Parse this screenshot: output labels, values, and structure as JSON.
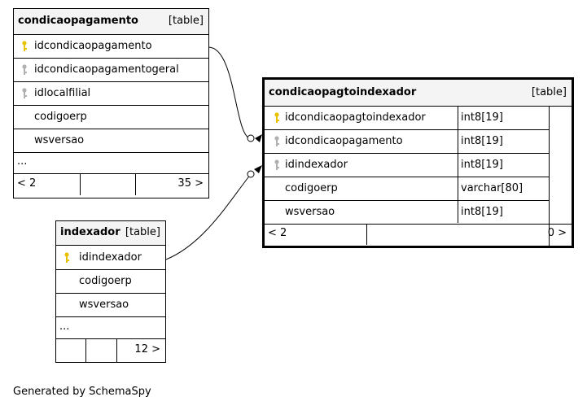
{
  "tables": {
    "condicaopagamento": {
      "name": "condicaopagamento",
      "type": "[table]",
      "columns": [
        {
          "name": "idcondicaopagamento",
          "key": "primary"
        },
        {
          "name": "idcondicaopagamentogeral",
          "key": "foreign"
        },
        {
          "name": "idlocalfilial",
          "key": "foreign"
        },
        {
          "name": "codigoerp",
          "key": "none"
        },
        {
          "name": "wsversao",
          "key": "none"
        },
        {
          "name": "...",
          "key": "none"
        }
      ],
      "footer": {
        "left": "< 2",
        "right": "35 >"
      }
    },
    "condicaopagtoindexador": {
      "name": "condicaopagtoindexador",
      "type": "[table]",
      "columns": [
        {
          "name": "idcondicaopagtoindexador",
          "datatype": "int8[19]",
          "key": "primary"
        },
        {
          "name": "idcondicaopagamento",
          "datatype": "int8[19]",
          "key": "foreign"
        },
        {
          "name": "idindexador",
          "datatype": "int8[19]",
          "key": "foreign"
        },
        {
          "name": "codigoerp",
          "datatype": "varchar[80]",
          "key": "none"
        },
        {
          "name": "wsversao",
          "datatype": "int8[19]",
          "key": "none"
        }
      ],
      "footer": {
        "left": "< 2",
        "right": "0 >"
      }
    },
    "indexador": {
      "name": "indexador",
      "type": "[table]",
      "columns": [
        {
          "name": "idindexador",
          "key": "primary"
        },
        {
          "name": "codigoerp",
          "key": "none"
        },
        {
          "name": "wsversao",
          "key": "none"
        },
        {
          "name": "...",
          "key": "none"
        }
      ],
      "footer": {
        "left": "",
        "right": "12 >"
      }
    }
  },
  "colors": {
    "primary_key": "#e8c200",
    "foreign_key": "#b0b0b0",
    "header_bg": "#f4f4f4"
  },
  "generated_by": "Generated by SchemaSpy"
}
